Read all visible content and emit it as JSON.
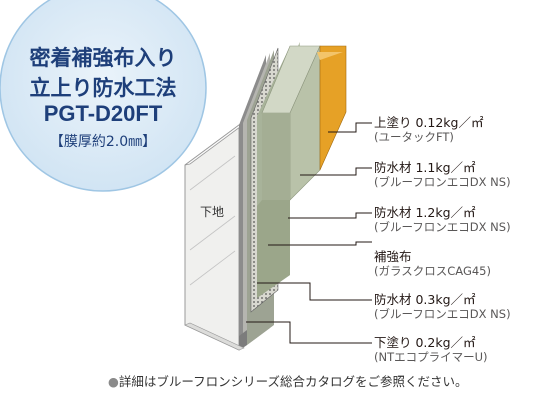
{
  "badge": {
    "line1": "密着補強布入り",
    "line2": "立上り防水工法",
    "line3": "PGT-D20FT",
    "line4": "【膜厚約2.0㎜】"
  },
  "base_label": "下地",
  "layers": [
    {
      "name": "上塗り  0.12kg／㎡",
      "sub": "(ユータックFT)"
    },
    {
      "name": "防水材  1.1kg／㎡",
      "sub": "(ブルーフロンエコDX NS)"
    },
    {
      "name": "防水材  1.2kg／㎡",
      "sub": "(ブルーフロンエコDX NS)"
    },
    {
      "name": "補強布",
      "sub": "(ガラスクロスCAG45)"
    },
    {
      "name": "防水材  0.3kg／㎡",
      "sub": "(ブルーフロンエコDX NS)"
    },
    {
      "name": "下塗り  0.2kg／㎡",
      "sub": "(NTエコプライマーU)"
    }
  ],
  "footnote": {
    "bullet": "●",
    "text": "詳細はブルーフロンシリーズ総合カタログをご参照ください。"
  },
  "colors": {
    "badge_fill": "#d6e8f5",
    "badge_text": "#1e3f7a",
    "topcoat": "#e6a126",
    "waterproof": "#bcc5b0",
    "concrete": "#e8e8e6"
  }
}
